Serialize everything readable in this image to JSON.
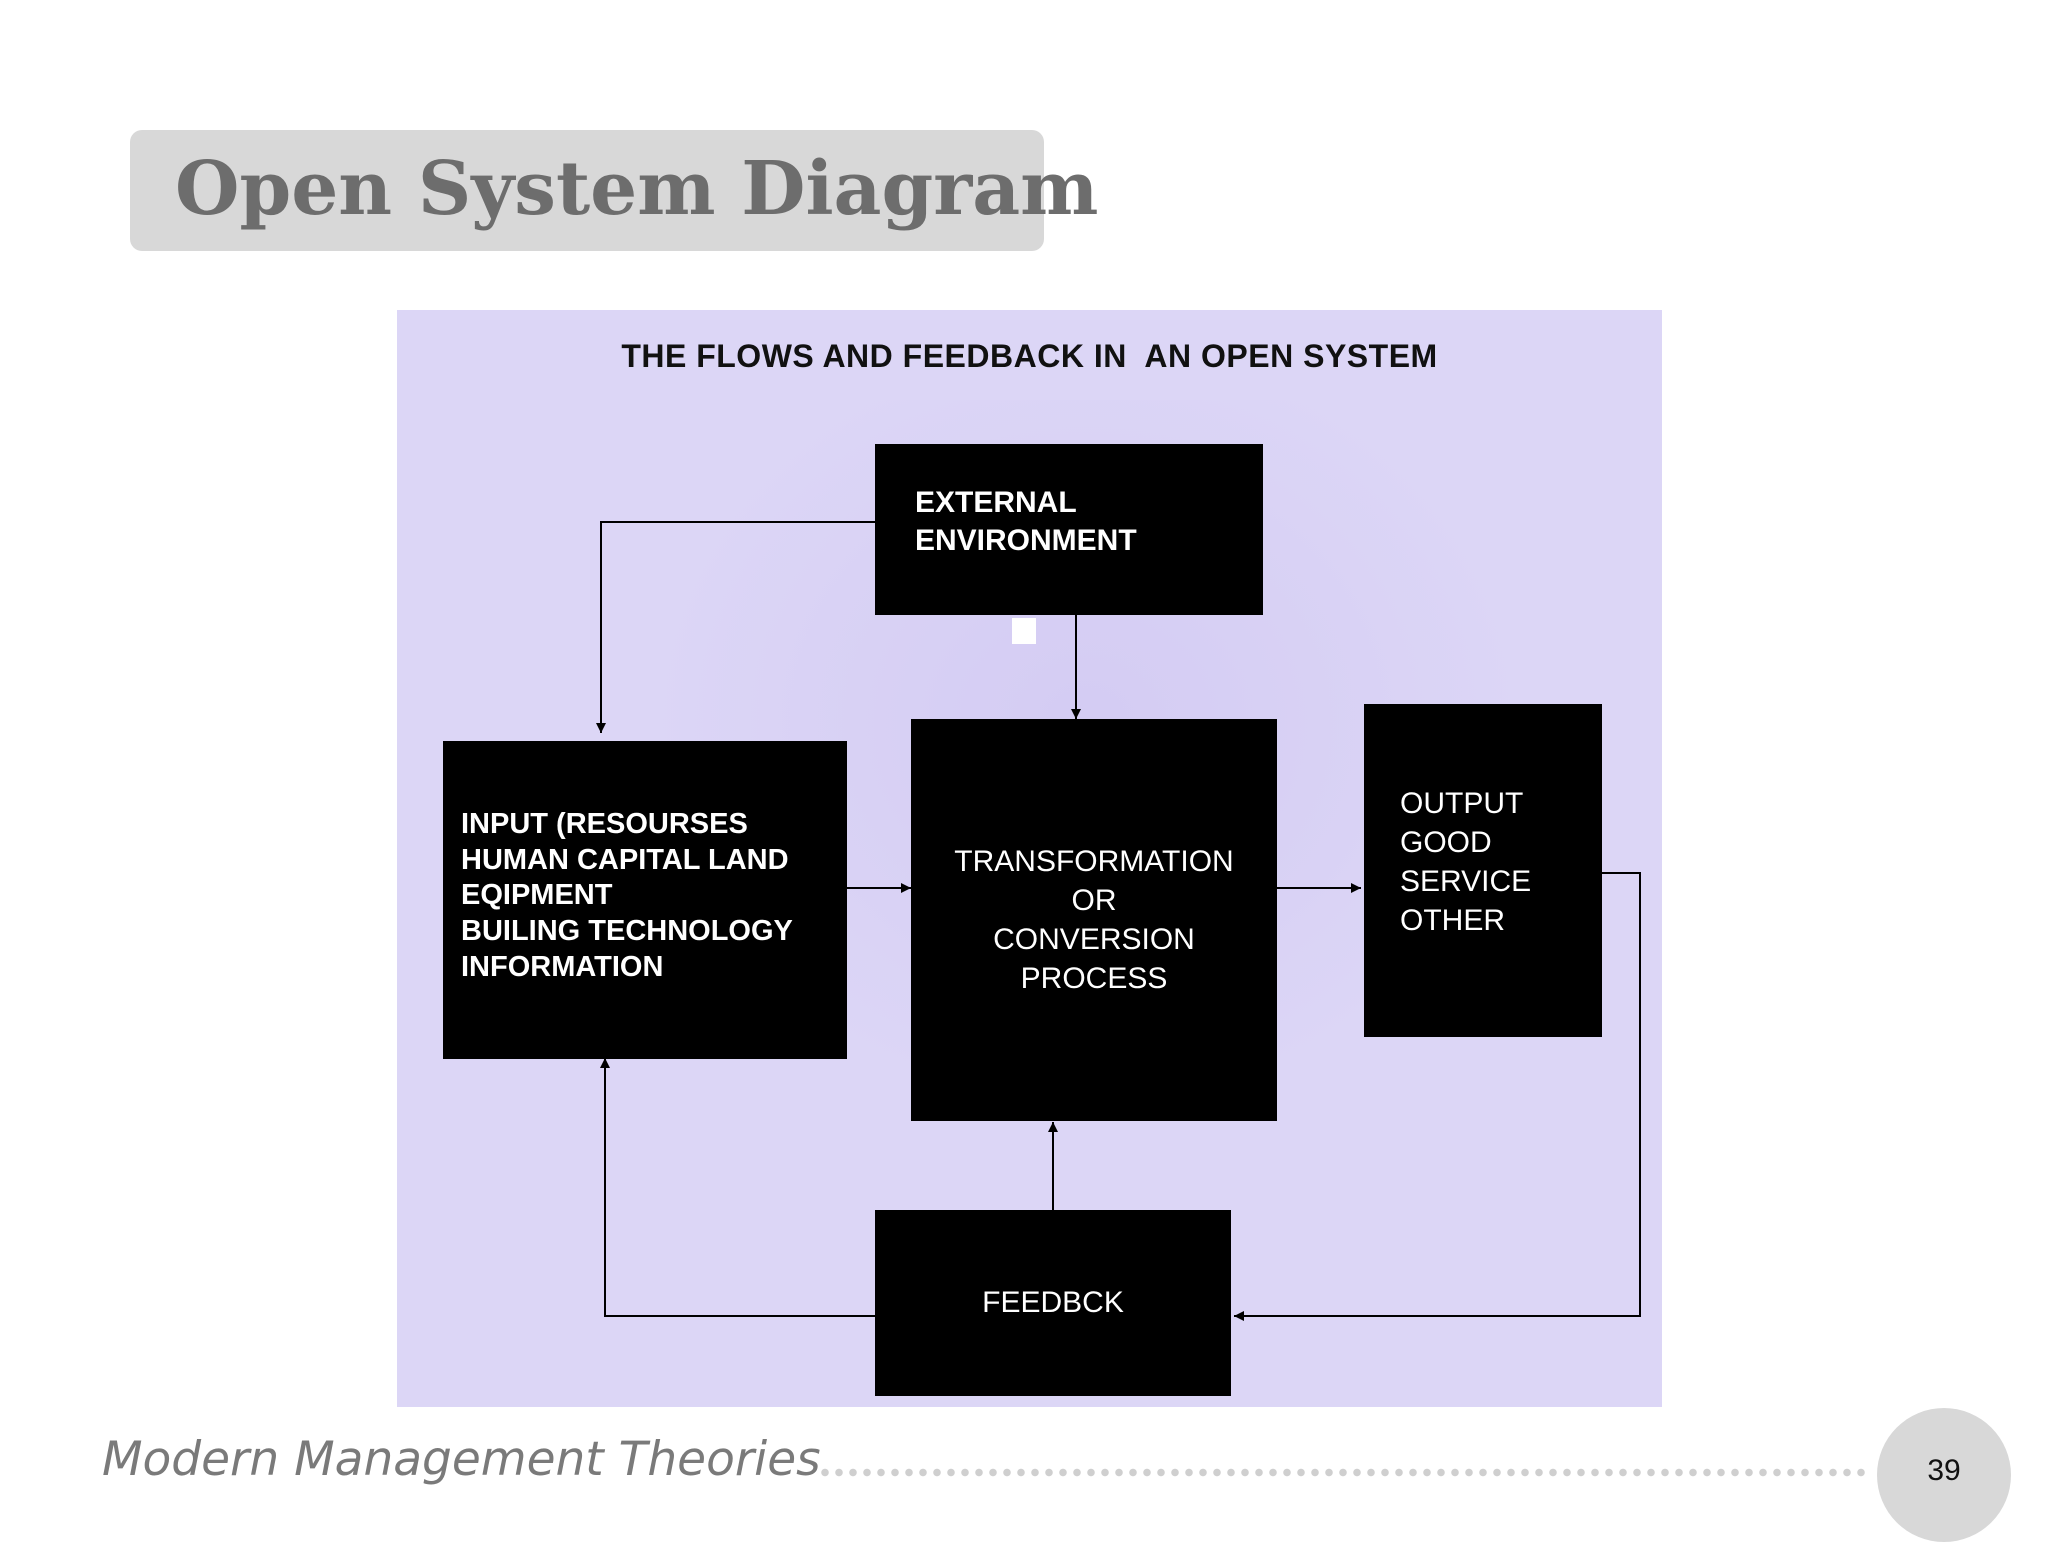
{
  "slide": {
    "title": "Open System Diagram",
    "footer": "Modern Management Theories",
    "page_number": "39"
  },
  "diagram": {
    "title": "THE FLOWS AND FEEDBACK IN  AN OPEN SYSTEM",
    "nodes": {
      "external": "EXTERNAL\nENVIRONMENT",
      "input": "INPUT (RESOURSES\nHUMAN CAPITAL LAND\nEQIPMENT\nBUILING TECHNOLOGY\nINFORMATION",
      "transformation": "TRANSFORMATION\nOR\nCONVERSION\nPROCESS",
      "output": "OUTPUT\nGOOD\nSERVICE\nOTHER",
      "feedback": "FEEDBCK"
    },
    "edges": [
      {
        "from": "external",
        "to": "input"
      },
      {
        "from": "external",
        "to": "transformation"
      },
      {
        "from": "input",
        "to": "transformation"
      },
      {
        "from": "transformation",
        "to": "output"
      },
      {
        "from": "output",
        "to": "feedback"
      },
      {
        "from": "feedback",
        "to": "transformation"
      },
      {
        "from": "feedback",
        "to": "input"
      }
    ]
  }
}
